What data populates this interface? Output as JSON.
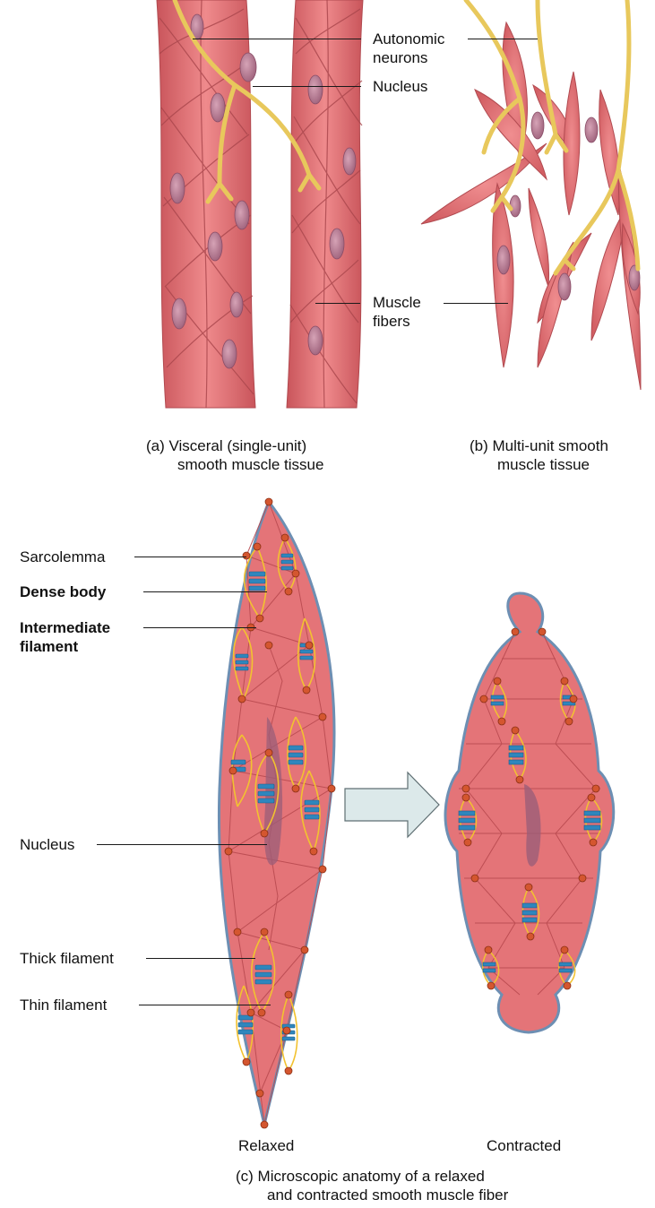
{
  "labels": {
    "autonomic_line1": "Autonomic",
    "autonomic_line2": "neurons",
    "nucleus_top": "Nucleus",
    "muscle_line1": "Muscle",
    "muscle_line2": "fibers",
    "sarcolemma": "Sarcolemma",
    "dense_body": "Dense body",
    "intermediate_line1": "Intermediate",
    "intermediate_line2": "filament",
    "nucleus_bottom": "Nucleus",
    "thick_filament": "Thick filament",
    "thin_filament": "Thin filament",
    "relaxed": "Relaxed",
    "contracted": "Contracted"
  },
  "captions": {
    "a_line1": "(a) Visceral (single-unit)",
    "a_line2": "smooth muscle tissue",
    "b_line1": "(b) Multi-unit smooth",
    "b_line2": "muscle tissue",
    "c_line1": "(c) Microscopic anatomy of a relaxed",
    "c_line2": "and contracted smooth muscle fiber"
  },
  "colors": {
    "muscle": "#e06b6f",
    "muscle_dark": "#b94a50",
    "nucleus": "#b57a93",
    "nerve": "#e8c85c",
    "dense_body": "#d4562f",
    "thick_filament": "#2f86bd",
    "outline": "#6d8fb3",
    "arrow": "#dce9ea"
  }
}
